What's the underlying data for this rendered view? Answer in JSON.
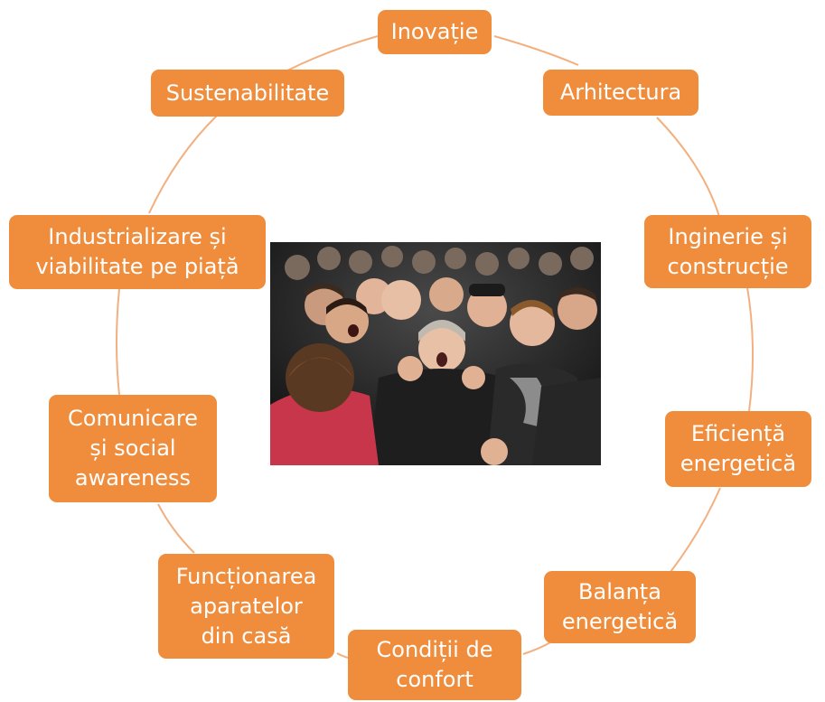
{
  "diagram": {
    "accent_color": "#ef8d3d",
    "line_color": "#f2b080",
    "nodes": [
      {
        "id": "inovatie",
        "label": "Inovație"
      },
      {
        "id": "arhitectura",
        "label": "Arhitectura"
      },
      {
        "id": "inginerie",
        "lines": [
          "Inginerie și",
          "construcție"
        ]
      },
      {
        "id": "eficienta",
        "lines": [
          "Eficiență",
          "energetică"
        ]
      },
      {
        "id": "balanta",
        "lines": [
          "Balanța",
          "energetică"
        ]
      },
      {
        "id": "conditii",
        "lines": [
          "Condiții de",
          "confort"
        ]
      },
      {
        "id": "functionarea",
        "lines": [
          "Funcționarea",
          "aparatelor",
          "din casă"
        ]
      },
      {
        "id": "comunicare",
        "lines": [
          "Comunicare",
          "și social",
          "awareness"
        ]
      },
      {
        "id": "industrializare",
        "lines": [
          "Industrializare și",
          "viabilitate pe piață"
        ]
      },
      {
        "id": "sustenabilitate",
        "label": "Sustenabilitate"
      }
    ]
  },
  "photo": {
    "subject": "crowd of cheering people"
  }
}
